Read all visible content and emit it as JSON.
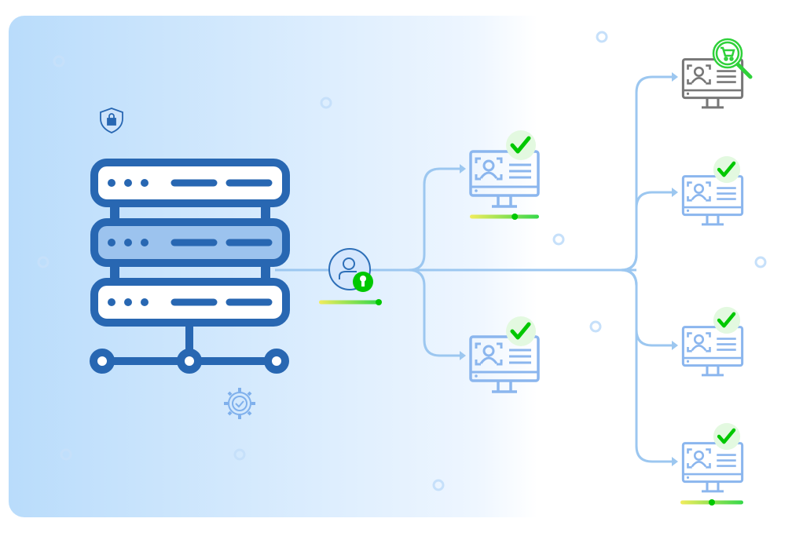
{
  "colors": {
    "server_stroke": "#2867b2",
    "server_highlight": "#9cc3ee",
    "connector": "#9cc7f0",
    "monitor_stroke": "#8bb6ee",
    "monitor_inactive": "#777777",
    "check_green": "#00c800",
    "check_bg": "#e3f9e0",
    "background_left": "#b9dcfb",
    "background_right": "#ffffff"
  },
  "icons": {
    "server": "server-rack-icon",
    "shield": "shield-lock-icon",
    "gear": "gear-check-icon",
    "user": "user-keyhole-icon",
    "monitor": "monitor-profile-icon",
    "check": "check-icon",
    "search": "magnifier-cart-icon"
  },
  "progress": {
    "user_access": 1.0,
    "client_top": 0.65,
    "client_bottom_right": 0.5
  }
}
